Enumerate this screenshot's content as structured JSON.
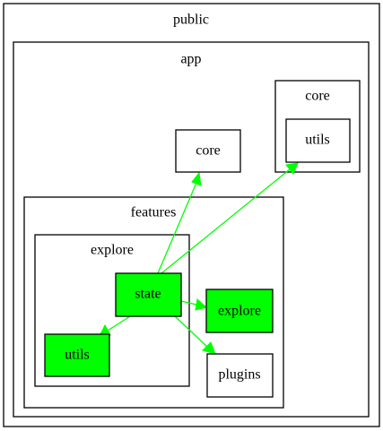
{
  "clusters": {
    "public": "public",
    "app": "app",
    "app_core": "core",
    "features": "features",
    "explore": "explore"
  },
  "nodes": {
    "core": "core",
    "core_utils": "utils",
    "state": "state",
    "explore": "explore",
    "utils": "utils",
    "plugins": "plugins"
  },
  "highlighted_nodes": [
    "state",
    "explore",
    "utils"
  ],
  "edges": [
    {
      "from": "state",
      "to": "core"
    },
    {
      "from": "state",
      "to": "core_utils"
    },
    {
      "from": "state",
      "to": "explore"
    },
    {
      "from": "state",
      "to": "utils"
    },
    {
      "from": "state",
      "to": "plugins"
    }
  ],
  "colors": {
    "highlight_fill": "#00ff00",
    "edge": "#00ff00",
    "border": "#000000",
    "background": "#ffffff"
  }
}
